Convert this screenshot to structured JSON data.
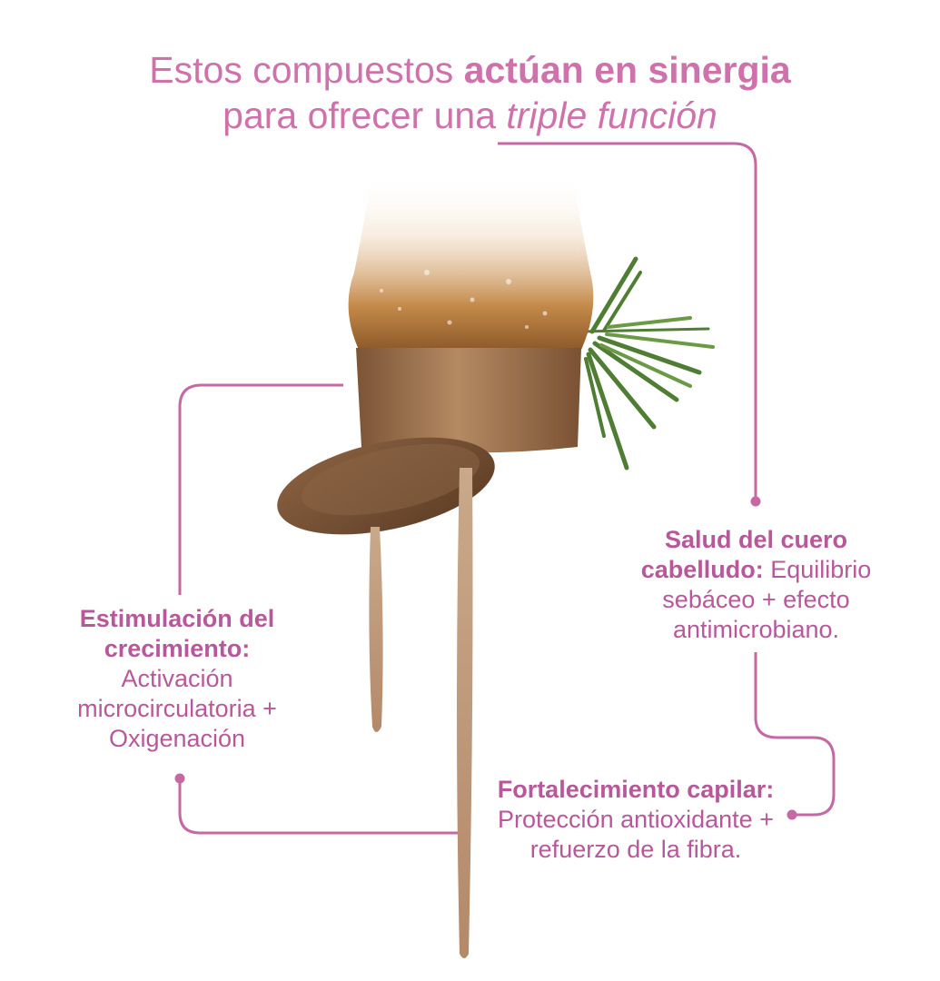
{
  "headline": {
    "line1_pre": "Estos compuestos ",
    "line1_bold": "actúan en sinergia",
    "line2_pre": "para ofrecer una ",
    "line2_italic": "triple función"
  },
  "benefits": {
    "growth": {
      "title": "Estimulación del crecimiento:",
      "text": "Activación microcirculatoria + Oxigenación"
    },
    "scalp": {
      "title": "Salud del cuero cabelludo:",
      "text": "Equilibrio sebáceo + efecto antimicrobiano."
    },
    "strength": {
      "title": "Fortalecimiento capilar:",
      "text": "Protección antioxidante + refuerzo de la fibra."
    }
  },
  "colors": {
    "accent": "#cf71aa",
    "text_accent": "#b8589a",
    "connector": "#c668a4",
    "bottle_liquid": "#b97d3f",
    "cap": "#9c6f4a",
    "rosemary": "#5b8a3a"
  },
  "icons": [
    "rosemary-sprig-icon",
    "shampoo-bottle-image"
  ]
}
